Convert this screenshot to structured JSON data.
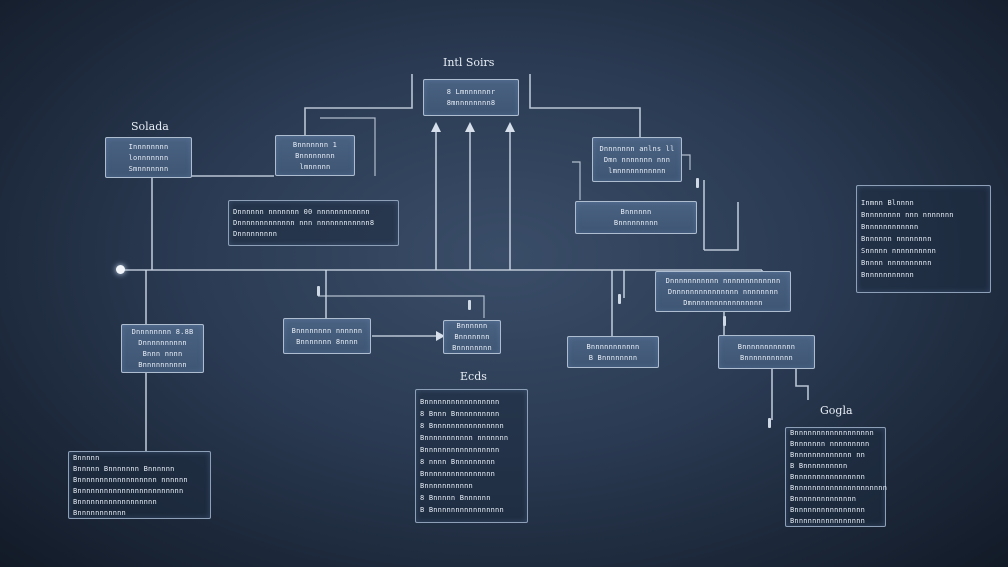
{
  "labels": {
    "top": "Intl Soirs",
    "left": "Solada",
    "center": "Ecds",
    "right": "Gogla"
  },
  "nodes": {
    "top_center": [
      "8   Lmnnnnnnr",
      "8mnnnnnnnn8"
    ],
    "top_left_a": [
      "Innnnnnnn",
      "lonnnnnnn",
      "Smnnnnnnn"
    ],
    "top_left_b": [
      "Bnnnnnnn 1",
      "Bnnnnnnnn",
      "lmnnnnn"
    ],
    "text_block_1": [
      "Dnnnnnn nnnnnnn 00  nnnnnnnnnnnn",
      "Dnnnnnnnnnnnnn nnn nnnnnnnnnnnn8",
      "Dnnnnnnnnn"
    ],
    "top_right_a": [
      "Dnnnnnnn  anlns  ll",
      "Dmn nnnnnnn nnn",
      "lmnnnnnnnnnnn"
    ],
    "top_right_b": [
      "Bnnnnnn",
      "Bnnnnnnnnn"
    ],
    "far_right": [
      "Inmnn  Blnnnn",
      "Bnnnnnnnn nnn nnnnnnn",
      "Bnnnnnnnnnnnn",
      "Bnnnnnn nnnnnnnn",
      "Snnnnn nnnnnnnnnn",
      "Bnnnn nnnnnnnnnn",
      "Bnnnnnnnnnnn"
    ],
    "mid_right": [
      "Dnnnnnnnnnnn nnnnnnnnnnnnn",
      "Dnnnnnnnnnnnnnnn nnnnnnnn",
      "Dmnnnnnnnnnnnnnnnn"
    ],
    "mid_left": [
      "Dnnnnnnnn  8.8B",
      "Dnnnnnnnnnn",
      "Bnnn nnnn",
      "Bnnnnnnnnnn"
    ],
    "mid_center": [
      "Bnnnnnnnn nnnnnn",
      "Bnnnnnnn  8nnnn"
    ],
    "small_center": [
      "Bnnnnnn",
      "Bnnnnnnn",
      "Bnnnnnnnn"
    ],
    "mid_right_b": [
      "Bnnnnnnnnnnn",
      "B  Bnnnnnnnn"
    ],
    "right_b": [
      "Bnnnnnnnnnnnn",
      "Bnnnnnnnnnnn"
    ],
    "bottom_left": [
      "Bnnnnn",
      "Bnnnnn  Bnnnnnnn  Bnnnnnn",
      "Bnnnnnnnnnnnnnnnnnn  nnnnnn",
      "Bnnnnnnnnnnnnnnnnnnnnnnnn",
      "Bnnnnnnnnnnnnnnnnnn",
      "Bnnnnnnnnnnn"
    ],
    "bottom_center": [
      "Bnnnnnnnnnnnnnnnnn",
      "8  Bnnn  Bnnnnnnnnnn",
      "8  Bnnnnnnnnnnnnnnnn",
      "Bnnnnnnnnnnn  nnnnnnn",
      "Bnnnnnnnnnnnnnnnnn",
      "8  nnnn  Bnnnnnnnnn",
      "Bnnnnnnnnnnnnnnnn",
      "Bnnnnnnnnnnn",
      "8   Bnnnnn  Bnnnnnn",
      "B  Bnnnnnnnnnnnnnnnn"
    ],
    "bottom_right": [
      "Bnnnnnnnnnnnnnnnnnn",
      "Bnnnnnnn nnnnnnnnn",
      "Bnnnnnnnnnnnnn  nn",
      "B  Bnnnnnnnnnn",
      "Bnnnnnnnnnnnnnnnn",
      "Bnnnnnnnnnnnnnnnnnnnnn",
      "Bnnnnnnnnnnnnnn",
      "Bnnnnnnnnnnnnnnnn",
      "Bnnnnnnnnnnnnnnnn"
    ]
  }
}
